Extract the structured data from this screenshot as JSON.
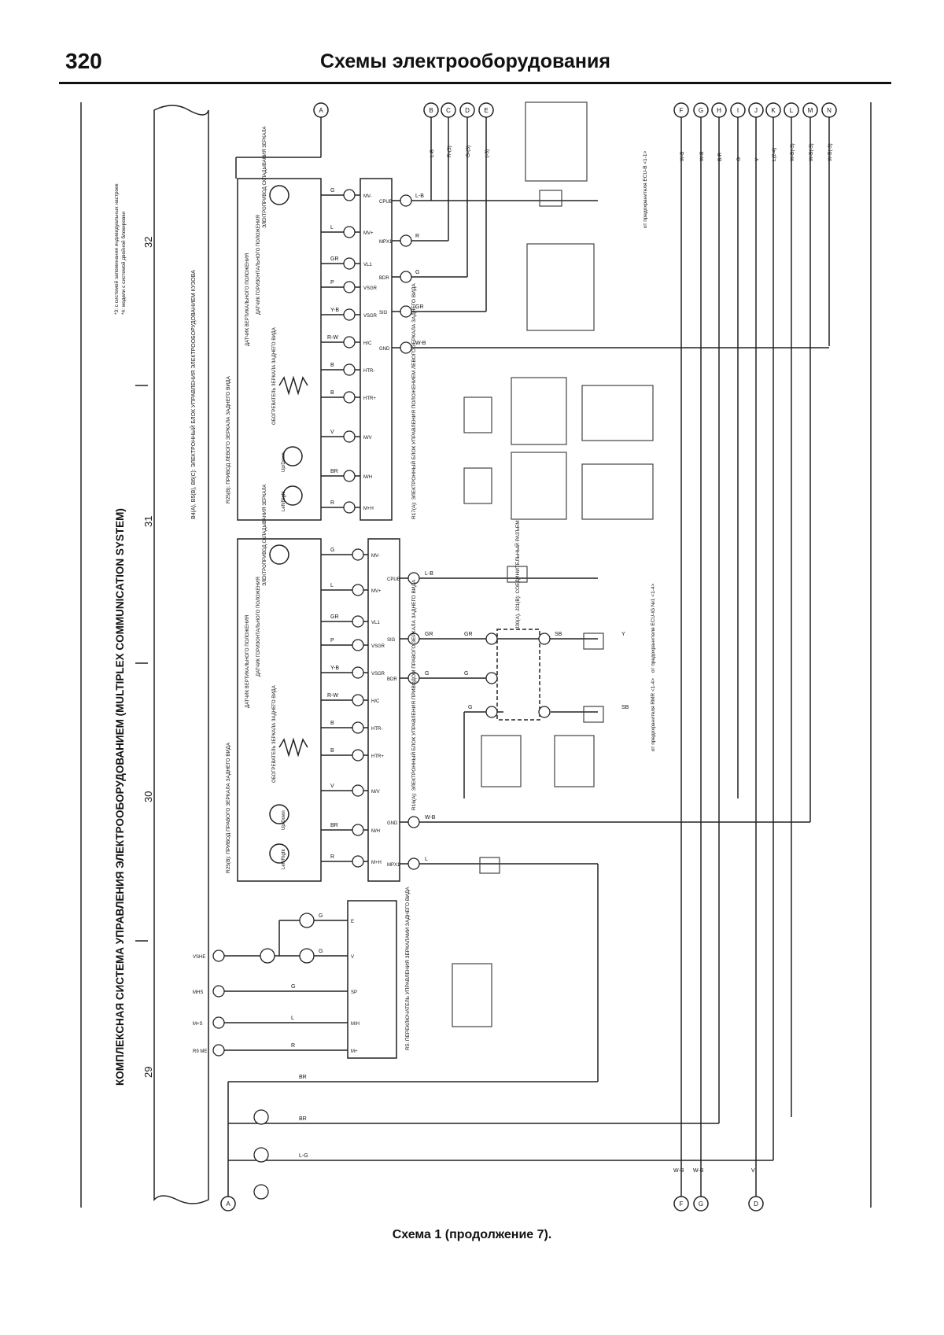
{
  "header": {
    "page_number": "320",
    "title": "Схемы электрооборудования"
  },
  "diagram": {
    "system_title": "КОМПЛЕКСНАЯ СИСТЕМА УПРАВЛЕНИЯ ЭЛЕКТРООБОРУДОВАНИЕМ (MULTIPLEX COMMUNICATION SYSTEM)",
    "section_numbers": [
      "29",
      "30",
      "31",
      "32"
    ],
    "footnotes": {
      "note_3": "*3: с системой запоминания индивидуальных настроек",
      "note_4": "*4: модели с системой двойной блокировки"
    },
    "top_subtitle": "B4(A), B5(B), B6(C): ЭЛЕКТРОННЫЙ БЛОК УПРАВЛЕНИЯ ЭЛЕКТРООБОРУДОВАНИЕМ КУЗОВА",
    "terminals_top_left": [
      "A"
    ],
    "terminals_top_mid": [
      "B",
      "C",
      "D",
      "E"
    ],
    "terminals_top_right": [
      "F",
      "G",
      "H",
      "I",
      "J",
      "K",
      "L",
      "M",
      "N"
    ],
    "terminals_bottom": [
      "A",
      "F",
      "G",
      "D"
    ],
    "left_mirror": {
      "box_label": "R25(B): ПРИВОД ЛЕВОГО ЗЕРКАЛА ЗАДНЕГО ВИДА",
      "ecu_label": "R17(A): ЭЛЕКТРОННЫЙ БЛОК УПРАВЛЕНИЯ ПОЛОЖЕНИЕМ ЛЕВОГО ЗЕРКАЛА ЗАДНЕГО ВИДА",
      "fold_motor": "ЭЛЕКТРОПРИВОД СКЛАДЫВАНИЯ ЗЕРКАЛА",
      "sensor_vertical": "ДАТЧИК ВЕРТИКАЛЬНОГО ПОЛОЖЕНИЯ",
      "sensor_horizontal": "ДАТЧИК ГОРИЗОНТАЛЬНОГО ПОЛОЖЕНИЯ",
      "heater": "ОБОГРЕВАТЕЛЬ ЗЕРКАЛА ЗАДНЕГО ВИДА",
      "motor_updown": "Up/Down",
      "motor_leftright": "Left/Right",
      "pins": [
        "MV-",
        "MV+",
        "VL1",
        "VSGR",
        "VSGR",
        "H/C",
        "HTR-",
        "HTR+",
        "M/V",
        "M/H",
        "M+H"
      ],
      "wires": [
        "G",
        "L",
        "GR",
        "P",
        "Y-B",
        "R-W",
        "B",
        "B",
        "V",
        "BR",
        "R"
      ],
      "ecu_pins": [
        "CPUB",
        "MPX1",
        "BDR",
        "SIG",
        "GND"
      ],
      "ecu_wires": [
        "L-B",
        "R",
        "G",
        "GR",
        "W-B"
      ]
    },
    "right_mirror": {
      "box_label": "R25(B): ПРИВОД ПРАВОГО ЗЕРКАЛА ЗАДНЕГО ВИДА",
      "ecu_label": "R16(A): ЭЛЕКТРОННЫЙ БЛОК УПРАВЛЕНИЯ ПРИВОДОМ ПРАВОГО ЗЕРКАЛА ЗАДНЕГО ВИДА",
      "fold_motor": "ЭЛЕКТРОПРИВОД СКЛАДЫВАНИЯ ЗЕРКАЛА",
      "sensor_vertical": "ДАТЧИК ВЕРТИКАЛЬНОГО ПОЛОЖЕНИЯ",
      "sensor_horizontal": "ДАТЧИК ГОРИЗОНТАЛЬНОГО ПОЛОЖЕНИЯ",
      "heater": "ОБОГРЕВАТЕЛЬ ЗЕРКАЛА ЗАДНЕГО ВИДА",
      "motor_updown": "Up/Down",
      "motor_leftright": "Left/Right",
      "pins": [
        "MV-",
        "MV+",
        "VL1",
        "VSGR",
        "VSGR",
        "H/C",
        "HTR-",
        "HTR+",
        "M/V",
        "M/H",
        "M+H"
      ],
      "wires": [
        "G",
        "L",
        "GR",
        "P",
        "Y-B",
        "R-W",
        "B",
        "B",
        "V",
        "BR",
        "R"
      ],
      "ecu_pins": [
        "CPUB",
        "SIG",
        "BDR",
        "GND",
        "MPX1"
      ],
      "ecu_wires": [
        "L-B",
        "GR",
        "G",
        "W-B",
        "L"
      ]
    },
    "junction": {
      "label": "J30(A), J31(B): СОЕДИНИТЕЛЬНЫЙ РАЗЪЕМ",
      "wires": [
        "GR",
        "G",
        "G",
        "SB",
        "Y",
        "SB"
      ]
    },
    "sources": {
      "ecu_b": "от предохранителя ECU-B <1-1>",
      "ecu_ig": "от предохранителя ECU-IG №1 <1-4>",
      "rmr": "от предохранителя RMR <1-4>"
    },
    "switch": {
      "label": "R5: ПЕРЕКЛЮЧАТЕЛЬ УПРАВЛЕНИЯ ЗЕРКАЛАМИ ЗАДНЕГО ВИДА",
      "pins": [
        "E",
        "V",
        "SP",
        "M/H",
        "M+"
      ],
      "wires": [
        "G",
        "G",
        "G",
        "L",
        "R"
      ],
      "harness_labels": [
        "VSHE",
        "MHS",
        "M+S",
        "R9 ME"
      ]
    },
    "bottom_wires": [
      "BR",
      "BR",
      "L-G",
      "W-B",
      "W-B",
      "V"
    ],
    "top_right_wires": [
      "W-B",
      "W-B",
      "B-R",
      "G",
      "V",
      "L(2-4)",
      "W-B(-3)",
      "W-B(-3)",
      "W-B(-3)"
    ],
    "top_mid_wires": [
      "L-B",
      "R-(3)",
      "G-(3)",
      "(-3)"
    ]
  },
  "caption": "Схема 1 (продолжение 7)."
}
